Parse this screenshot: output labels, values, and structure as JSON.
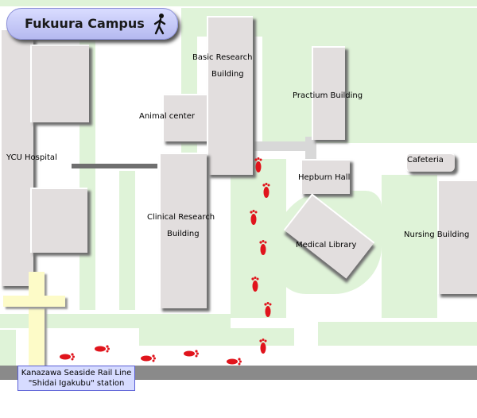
{
  "title": "Fukuura Campus",
  "icons": {
    "walker": "walking-person-icon",
    "footprint": "footprint-icon"
  },
  "colors": {
    "green_area": "#dff3d8",
    "building": "#e2dede",
    "footprints": "#e0141c",
    "title_bg": "#c3c7f5",
    "station_bg": "#d6dbff",
    "rail": "#8a8a8a",
    "cross": "#fdfbc8"
  },
  "buildings": {
    "ycu_hospital": "YCU Hospital",
    "basic_research_1": "Basic Research",
    "basic_research_2": "Building",
    "animal_center": "Animal center",
    "clinical_research_1": "Clinical Research",
    "clinical_research_2": "Building",
    "practium": "Practium Building",
    "hepburn": "Hepburn Hall",
    "medical_library": "Medical Library",
    "cafeteria": "Cafeteria",
    "nursing": "Nursing Building"
  },
  "station": {
    "line1": "Kanazawa Seaside Rail Line",
    "line2": "\"Shidai Igakubu\" station"
  }
}
